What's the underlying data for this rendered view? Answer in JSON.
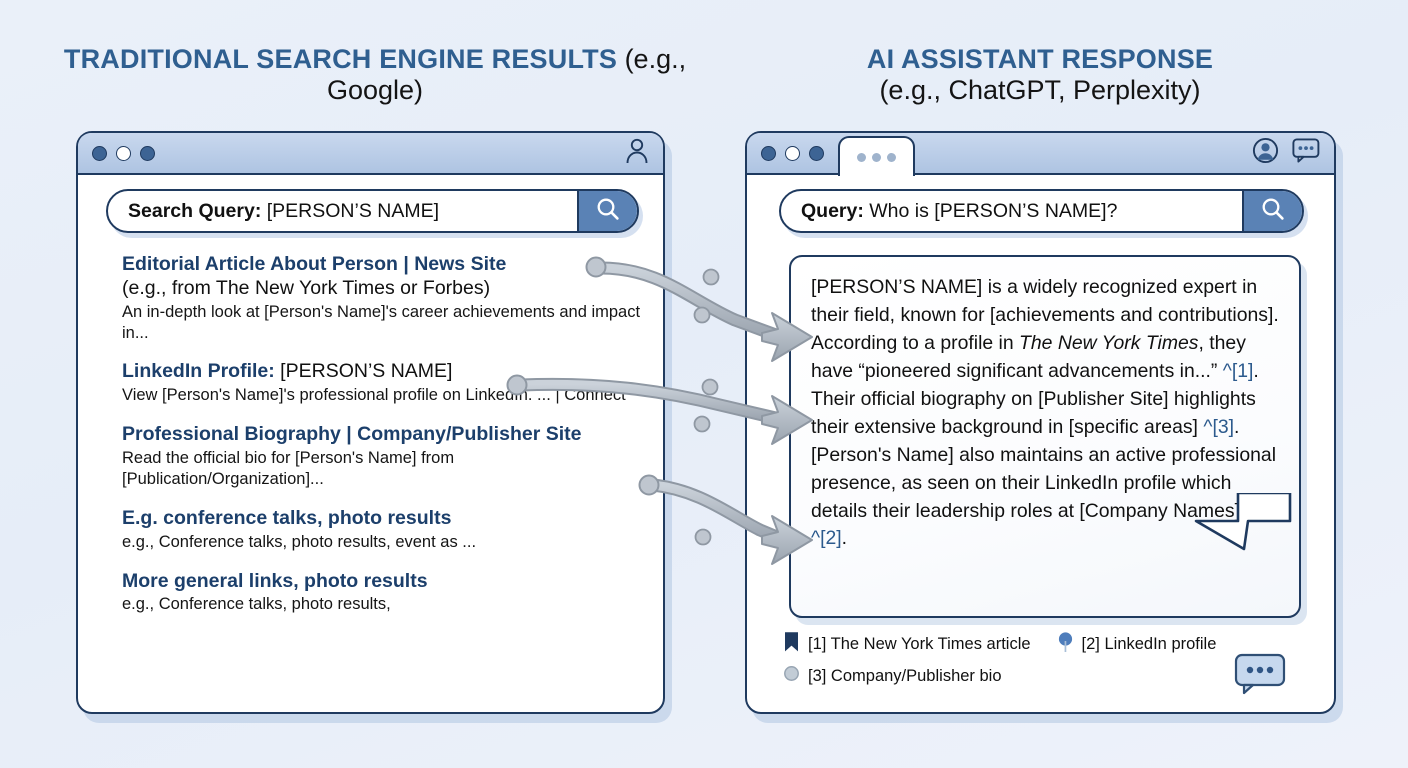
{
  "left_panel": {
    "title_accent": "TRADITIONAL SEARCH ENGINE RESULTS",
    "title_sub": "(e.g., Google)",
    "window": {
      "dot_1": "window-dot-close",
      "dot_2": "window-dot-minimize",
      "dot_3": "window-dot-maximize",
      "account_icon": "person-icon"
    },
    "search": {
      "label": "Search Query:",
      "value": "[PERSON’S NAME]",
      "placeholder": "Search Query: [PERSON’S NAME]",
      "button_icon": "search-icon"
    },
    "results": [
      {
        "title": "Editorial Article About Person | News Site",
        "subtitle": "(e.g., from The New York Times or Forbes)",
        "snippet": "An in-depth look at [Person's Name]'s career achievements and impact in..."
      },
      {
        "title": "LinkedIn Profile:",
        "title_plain": " [PERSON’S NAME]",
        "snippet": "View [Person's Name]'s professional profile on LinkedIn. ... | Connect"
      },
      {
        "title": "Professional Biography | Company/Publisher Site",
        "snippet": "Read the official bio for [Person's Name] from [Publication/Organization]..."
      },
      {
        "title": "E.g. conference talks, photo results",
        "snippet": "e.g., Conference talks, photo results, event as ..."
      },
      {
        "title": "More general links, photo results",
        "snippet": "e.g., Conference talks, photo results,"
      }
    ]
  },
  "right_panel": {
    "title_accent": "AI ASSISTANT RESPONSE",
    "title_sub": "(e.g., ChatGPT, Perplexity)",
    "window": {
      "dot_1": "window-dot-close",
      "dot_2": "window-dot-minimize",
      "dot_3": "window-dot-maximize",
      "tab_icon": "tab-dots-icon",
      "avatar_icon": "avatar-icon",
      "chat_icon": "chat-bubble-icon"
    },
    "search": {
      "label": "Query:",
      "value": "Who is [PERSON’S NAME]?",
      "placeholder": "Query: Who is [PERSON’S NAME]?",
      "button_icon": "search-icon"
    },
    "response": {
      "part_1": "[PERSON’S NAME] is a widely recognized expert in their field, known for [achievements and contributions]. According to a profile in ",
      "italic_1": "The New York Times",
      "part_2": ", they have “pioneered significant advancements in...” ",
      "cite_1": "^[1]",
      "part_3": ". Their official biography on [Publisher Site] highlights their extensive background in [specific areas] ",
      "cite_3": "^[3]",
      "part_4": ". [Person's Name] also maintains an active professional presence, as seen on their LinkedIn profile which details their leadership roles at [Company Names] ",
      "cite_2": "^[2]",
      "part_5": "."
    },
    "citations": [
      {
        "icon": "bookmark-icon",
        "label": "[1] The New York Times article"
      },
      {
        "icon": "map-pin-icon",
        "label": "[2] LinkedIn profile"
      },
      {
        "icon": "circle-icon",
        "label": "[3] Company/Publisher bio"
      }
    ],
    "chat_button_icon": "chat-bubble-icon"
  },
  "connectors": {
    "count": 3,
    "description": "curved arrows from search results to AI response",
    "color": "#a6aeb8"
  },
  "colors": {
    "accent_blue": "#2f5f90",
    "link_navy": "#1c3f6b",
    "window_border": "#1f3a5f",
    "titlebar_top": "#c9d8ee",
    "titlebar_bottom": "#aec4e2",
    "search_button": "#5a82b5",
    "background": "#eaf0f9",
    "citation_blue": "#2c5a8d",
    "arrow_gray": "#a6aeb8"
  }
}
